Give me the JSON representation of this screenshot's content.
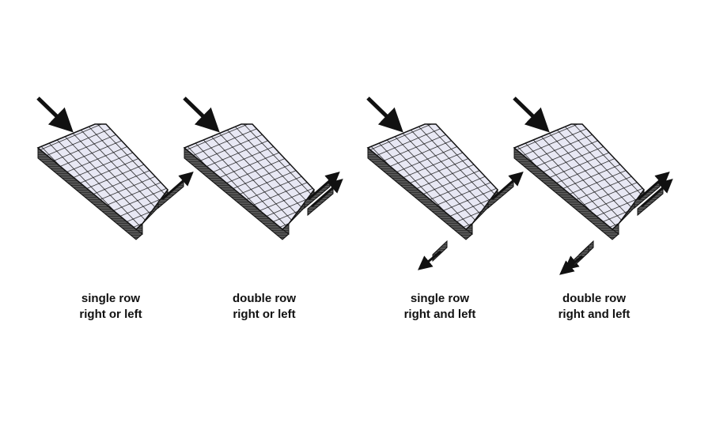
{
  "panels": [
    {
      "line1": "single row",
      "line2": "right or left",
      "rows": 1,
      "sides": "one"
    },
    {
      "line1": "double row",
      "line2": "right or left",
      "rows": 2,
      "sides": "one"
    },
    {
      "line1": "single row",
      "line2": "right and left",
      "rows": 1,
      "sides": "both"
    },
    {
      "line1": "double row",
      "line2": "right and left",
      "rows": 2,
      "sides": "both"
    }
  ],
  "colors": {
    "face": "#e8e8f4",
    "grid": "#111111",
    "side": "#3a3a3a"
  }
}
